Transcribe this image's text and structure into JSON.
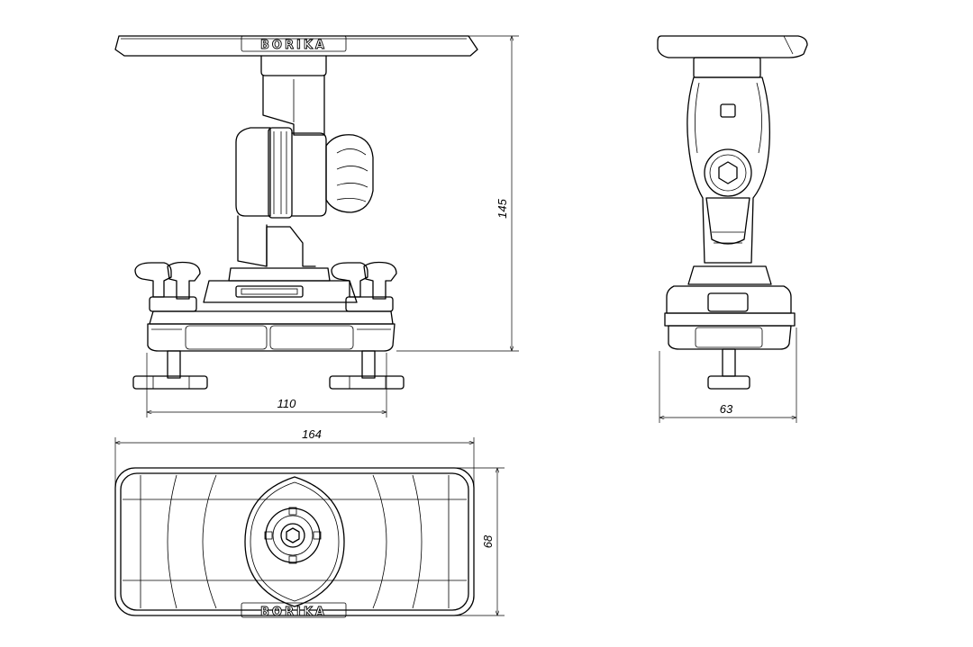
{
  "brand": {
    "logo_text": "BORIKA"
  },
  "dimensions": {
    "height": "145",
    "base_width": "110",
    "side_width": "63",
    "top_length": "164",
    "top_width": "68"
  },
  "colors": {
    "line": "#000000",
    "background": "#ffffff"
  }
}
